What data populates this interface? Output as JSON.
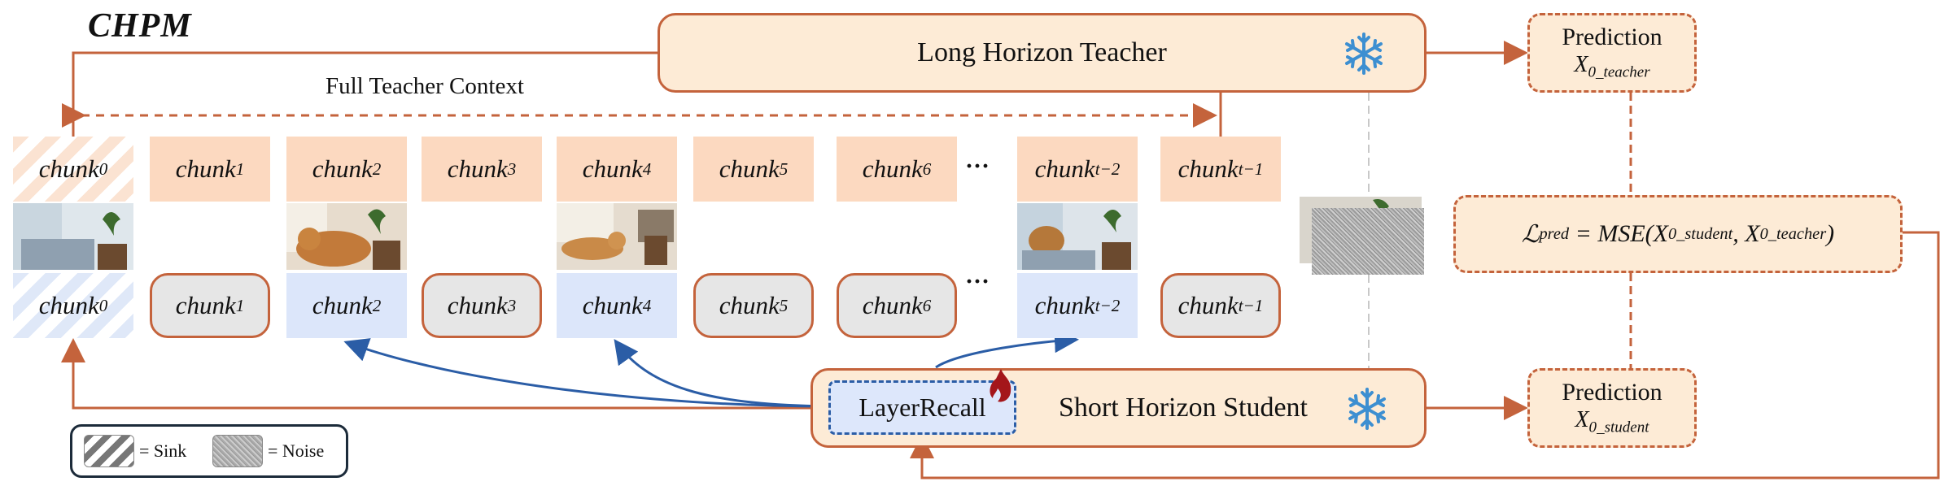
{
  "title": "CHPM",
  "teacher": {
    "label": "Long Horizon Teacher",
    "icon": "snowflake-icon"
  },
  "student": {
    "label": "Short Horizon Student",
    "icon": "snowflake-icon",
    "recall_label": "LayerRecall",
    "recall_icon": "flame-icon"
  },
  "context_label": "Full Teacher Context",
  "prediction_teacher": {
    "label": "Prediction",
    "symbol": "X",
    "sub": "0_teacher"
  },
  "prediction_student": {
    "label": "Prediction",
    "symbol": "X",
    "sub": "0_student"
  },
  "loss": {
    "lhs": "ℒ",
    "lhs_sub": "pred",
    "mid": "= MSE(X",
    "s1": "0_student",
    "comma": ", X",
    "s2": "0_teacher",
    "end": ")"
  },
  "chunk_word": "chunk",
  "top_chunks": [
    "0",
    "1",
    "2",
    "3",
    "4",
    "5",
    "6",
    "t−2",
    "t−1"
  ],
  "bottom_chunks": [
    "0",
    "1",
    "2",
    "3",
    "4",
    "5",
    "6",
    "t−2",
    "t−1"
  ],
  "ellipsis": "···",
  "legend": {
    "sink": "= Sink",
    "noise": "= Noise"
  },
  "colors": {
    "accent_orange": "#c4633c",
    "accent_blue": "#2b5da6",
    "box_fill": "#fdebd6",
    "chunk_top": "#fcd9c0",
    "chunk_student": "#e6e6e6",
    "chunk_selected": "#dce6fa"
  }
}
